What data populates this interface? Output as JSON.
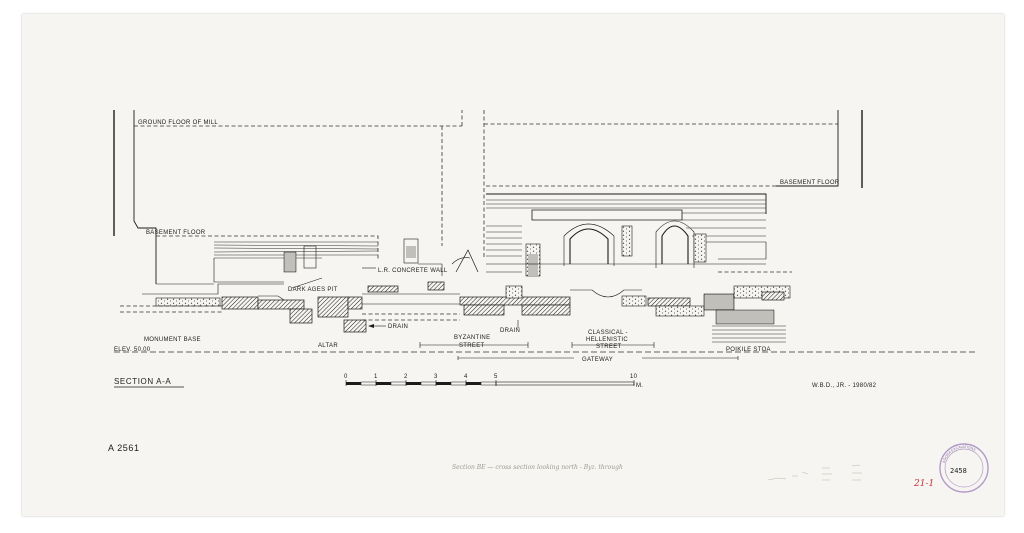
{
  "drawing": {
    "labels": {
      "ground_floor": "GROUND FLOOR OF MILL",
      "basement_floor_left": "BASEMENT FLOOR",
      "basement_floor_right": "BASEMENT FLOOR",
      "concrete_wall": "L.R. CONCRETE WALL",
      "dark_ages_pit": "DARK AGES PIT",
      "drain_left": "DRAIN",
      "drain_right": "DRAIN",
      "monument_base": "MONUMENT BASE",
      "altar": "ALTAR",
      "byzantine_street_1": "BYZANTINE",
      "byzantine_street_2": "STREET",
      "classical_street_1": "CLASSICAL -",
      "classical_street_2": "HELLENISTIC",
      "classical_street_3": "STREET",
      "gateway": "GATEWAY",
      "poikile_stoa": "POIKILE STOA",
      "elevation": "ELEV. 50.00"
    },
    "title": "SECTION A-A",
    "author_date": "W.B.D., JR. - 1980/82",
    "catalog_number": "A 2561"
  },
  "scale_bar": {
    "ticks": [
      "0",
      "1",
      "2",
      "3",
      "4",
      "5",
      "10"
    ],
    "unit": "M."
  },
  "annotations": {
    "pencil_note": "Section BE — cross section looking north - Byz. through",
    "red_mark": "21-1",
    "stamp_number": "2458",
    "stamp_ring_text": "AGORA EXCAVATIONS"
  },
  "colors": {
    "paper": "#f6f5f1",
    "ink": "#1c1c1c",
    "red_ink": "#c8333b",
    "stamp_violet": "#8a6fa8"
  }
}
